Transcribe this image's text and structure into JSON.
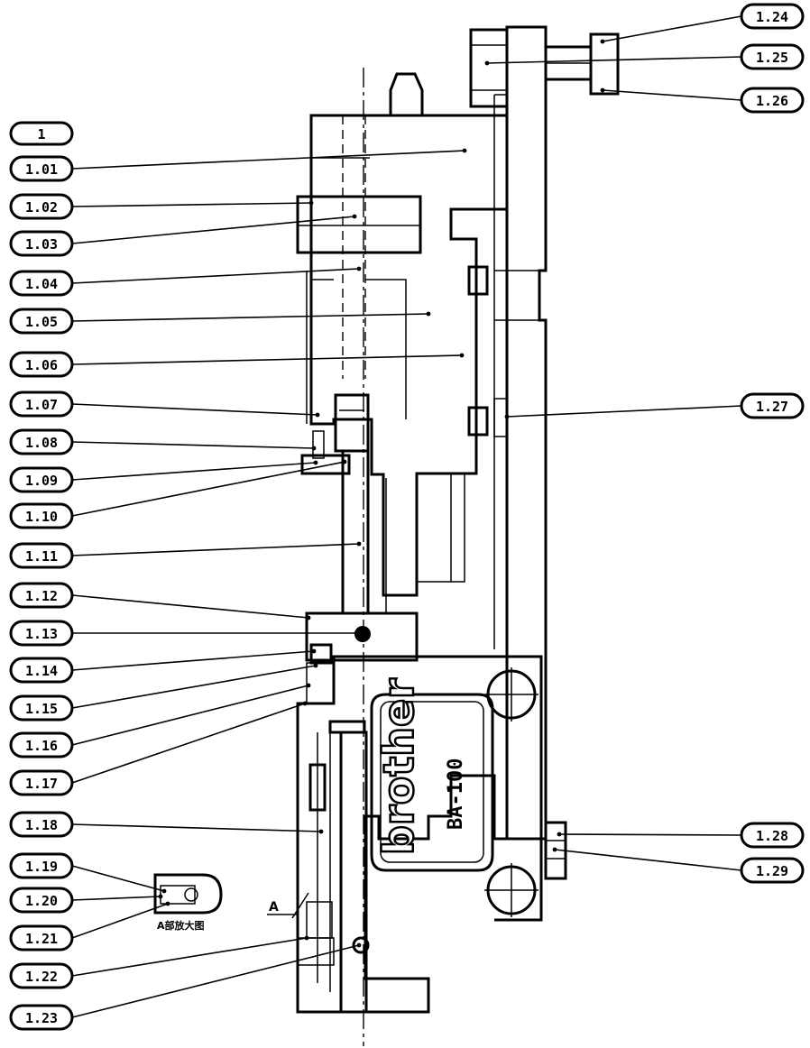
{
  "assembly": {
    "title_label": "1",
    "brand": "brother",
    "model": "BA-100",
    "detail_marker": "A",
    "detail_caption": "A部放大图"
  },
  "callouts_left": [
    "1.01",
    "1.02",
    "1.03",
    "1.04",
    "1.05",
    "1.06",
    "1.07",
    "1.08",
    "1.09",
    "1.10",
    "1.11",
    "1.12",
    "1.13",
    "1.14",
    "1.15",
    "1.16",
    "1.17",
    "1.18",
    "1.19",
    "1.20",
    "1.21",
    "1.22",
    "1.23"
  ],
  "callouts_right": [
    "1.24",
    "1.25",
    "1.26",
    "1.27",
    "1.28",
    "1.29"
  ],
  "colors": {
    "line": "#000000",
    "background": "#ffffff"
  }
}
